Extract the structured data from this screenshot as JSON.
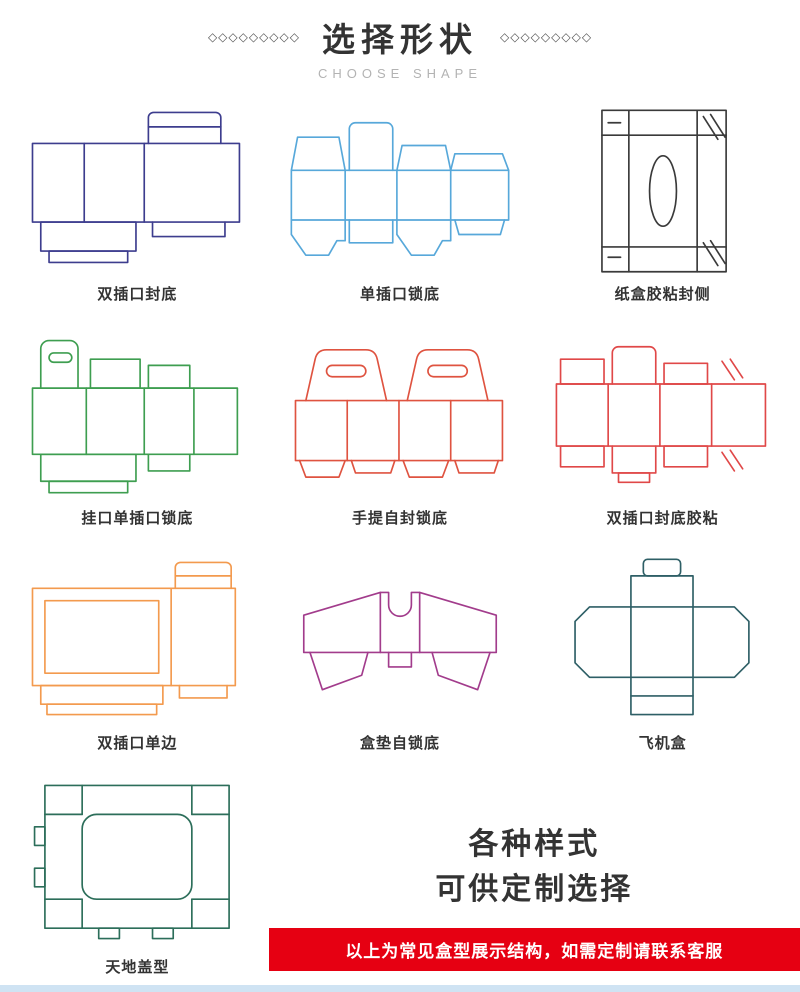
{
  "header": {
    "title": "选择形状",
    "subtitle": "CHOOSE SHAPE",
    "decor_left": "◇◇◇◇◇◇◇◇◇",
    "decor_right": "◇◇◇◇◇◇◇◇◇"
  },
  "shapes": [
    {
      "label": "双插口封底",
      "color": "#3d3d8e"
    },
    {
      "label": "单插口锁底",
      "color": "#57a8da"
    },
    {
      "label": "纸盒胶粘封侧",
      "color": "#3a3a3a"
    },
    {
      "label": "挂口单插口锁底",
      "color": "#3e9e50"
    },
    {
      "label": "手提自封锁底",
      "color": "#df5340"
    },
    {
      "label": "双插口封底胶粘",
      "color": "#e04848"
    },
    {
      "label": "双插口单边",
      "color": "#f39a4e"
    },
    {
      "label": "盒垫自锁底",
      "color": "#a23c8c"
    },
    {
      "label": "飞机盒",
      "color": "#2e5f66"
    },
    {
      "label": "天地盖型",
      "color": "#2c6e5a"
    }
  ],
  "footer": {
    "line1": "各种样式",
    "line2": "可供定制选择",
    "banner": "以上为常见盒型展示结构，如需定制请联系客服",
    "banner_color": "#e60012",
    "strip_color": "#cfe3f3"
  }
}
